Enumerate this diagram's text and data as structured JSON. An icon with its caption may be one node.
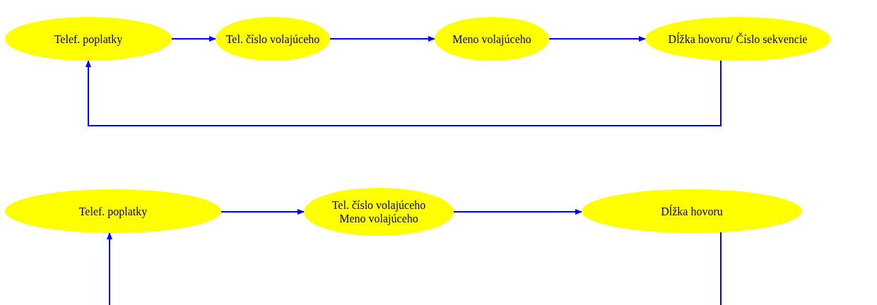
{
  "diagram": {
    "nodes": [
      {
        "text": [
          "Telef. poplatky"
        ]
      },
      {
        "text": [
          "Tel. číslo volajúceho"
        ]
      },
      {
        "text": [
          "Meno volajúceho"
        ]
      },
      {
        "text": [
          "Dĺžka hovoru/ Číslo sekvencie"
        ]
      },
      {
        "text": [
          "Telef. poplatky"
        ]
      },
      {
        "text": [
          "Tel. číslo volajúceho",
          "Meno volajúceho"
        ]
      },
      {
        "text": [
          "Dĺžka hovoru"
        ]
      }
    ],
    "edges": [
      {
        "from": 0,
        "to": 1,
        "arrow": "to"
      },
      {
        "from": 1,
        "to": 2,
        "arrow": "to"
      },
      {
        "from": 2,
        "to": 3,
        "arrow": "to"
      },
      {
        "from": 3,
        "to": 0,
        "arrow": "to"
      },
      {
        "from": 4,
        "to": 5,
        "arrow": "to"
      },
      {
        "from": 5,
        "to": 6,
        "arrow": "to"
      },
      {
        "from": 6,
        "to": 4,
        "arrow": "to"
      }
    ]
  }
}
